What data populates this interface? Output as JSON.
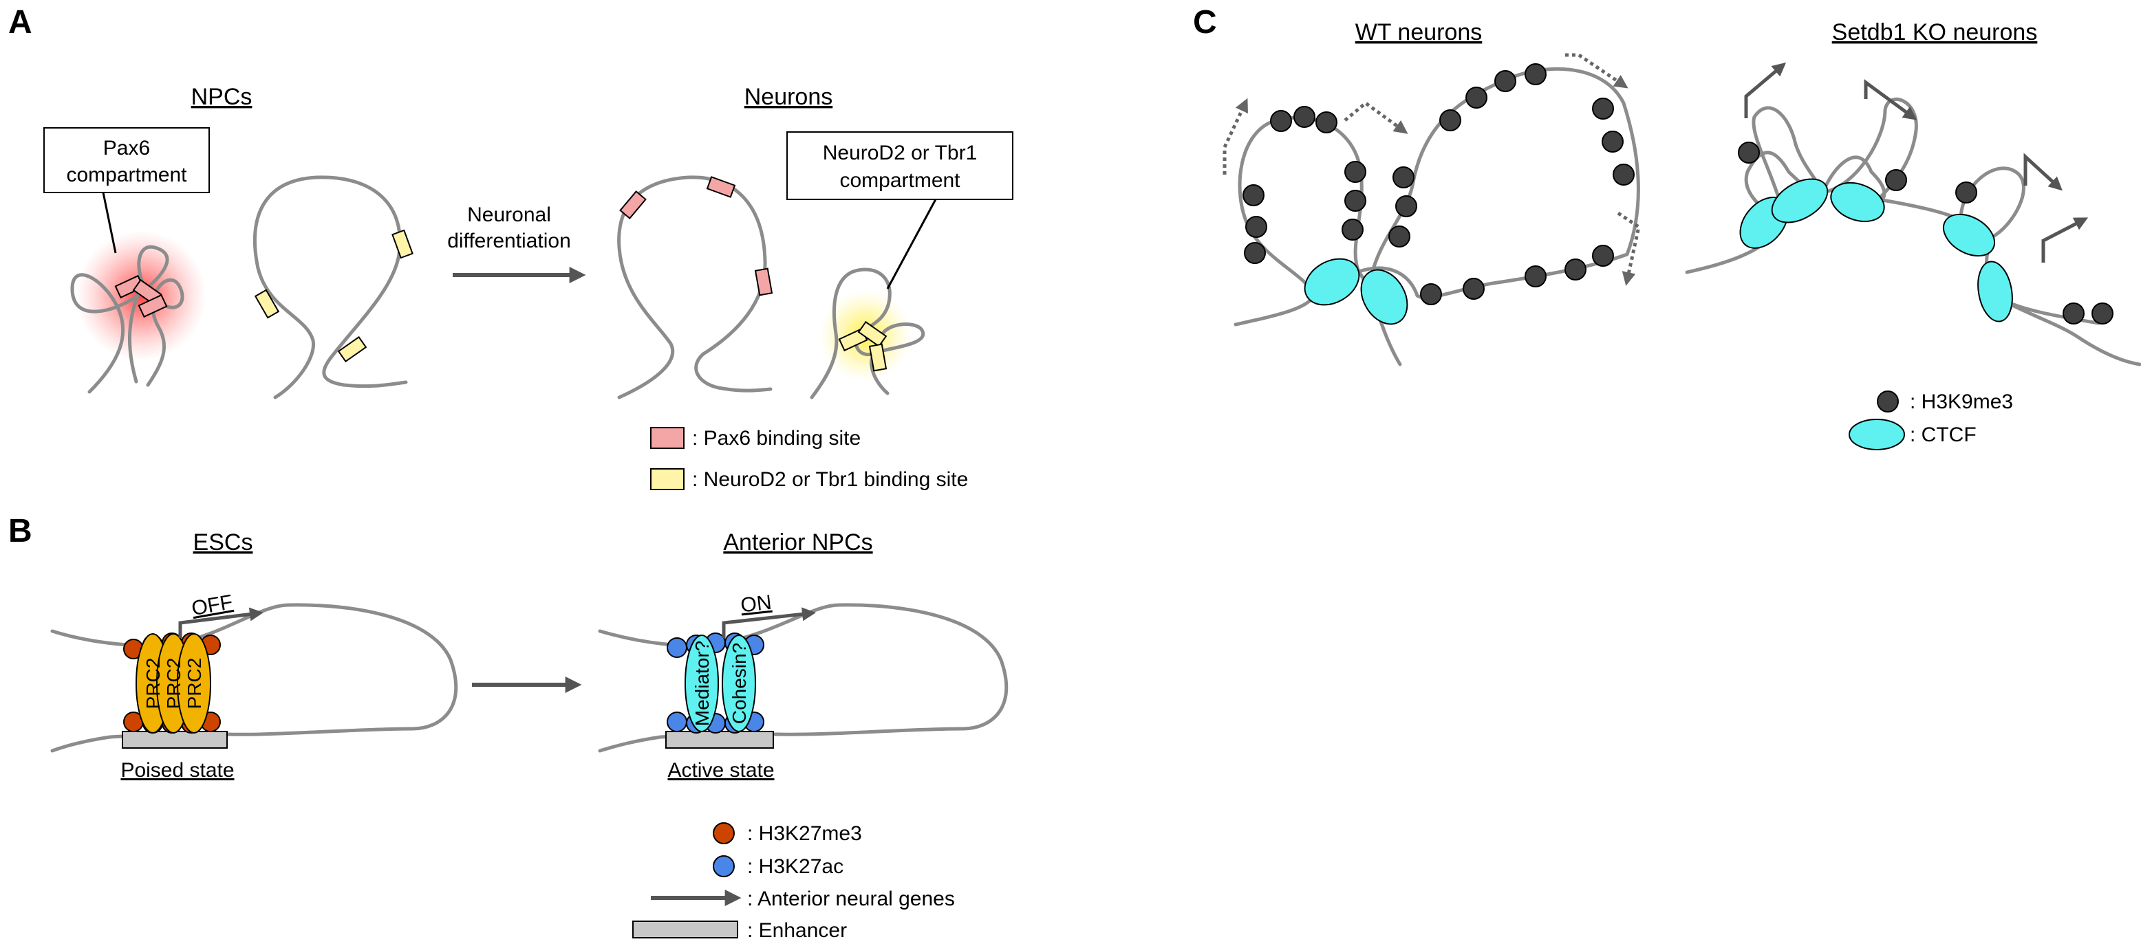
{
  "panel_a": {
    "letter": "A",
    "npcs_title": "NPCs",
    "neurons_title": "Neurons",
    "pax6_box": [
      "Pax6",
      "compartment"
    ],
    "neurod2_box": [
      "NeuroD2 or Tbr1",
      "compartment"
    ],
    "arrow_label": [
      "Neuronal",
      "differentiation"
    ],
    "legend": [
      {
        "symbol": "pink-rectangle",
        "text": ": Pax6 binding site"
      },
      {
        "symbol": "yellow-rectangle",
        "text": ": NeuroD2 or Tbr1 binding site"
      }
    ]
  },
  "panel_b": {
    "letter": "B",
    "escs_title": "ESCs",
    "anterior_title": "Anterior NPCs",
    "off_label": "OFF",
    "on_label": "ON",
    "prc2_label": "PRC2",
    "mediator_label": "Mediator?",
    "cohesin_label": "Cohesin?",
    "poised_label": "Poised state",
    "active_label": "Active state",
    "legend": [
      {
        "symbol": "orange-circle",
        "text": ": H3K27me3"
      },
      {
        "symbol": "blue-circle",
        "text": ": H3K27ac"
      },
      {
        "symbol": "arrow",
        "text": ": Anterior neural genes"
      },
      {
        "symbol": "gray-rectangle",
        "text": ": Enhancer"
      }
    ]
  },
  "panel_c": {
    "letter": "C",
    "wt_title": "WT neurons",
    "ko_title": "Setdb1 KO neurons",
    "legend": [
      {
        "symbol": "dark-circle",
        "text": ": H3K9me3"
      },
      {
        "symbol": "cyan-ellipse",
        "text": ": CTCF"
      }
    ]
  },
  "colors": {
    "pax6_site": "#f4a6a6",
    "neurod2_site": "#fff4a8",
    "h3k27me3": "#cc4400",
    "h3k27ac": "#4a86e8",
    "prc2": "#f2b200",
    "mediator_cohesin": "#5ff0f0",
    "ctcf": "#5ff0f0",
    "h3k9me3": "#404040",
    "enhancer": "#c8c8c8",
    "chromatin": "#8c8c8c"
  }
}
